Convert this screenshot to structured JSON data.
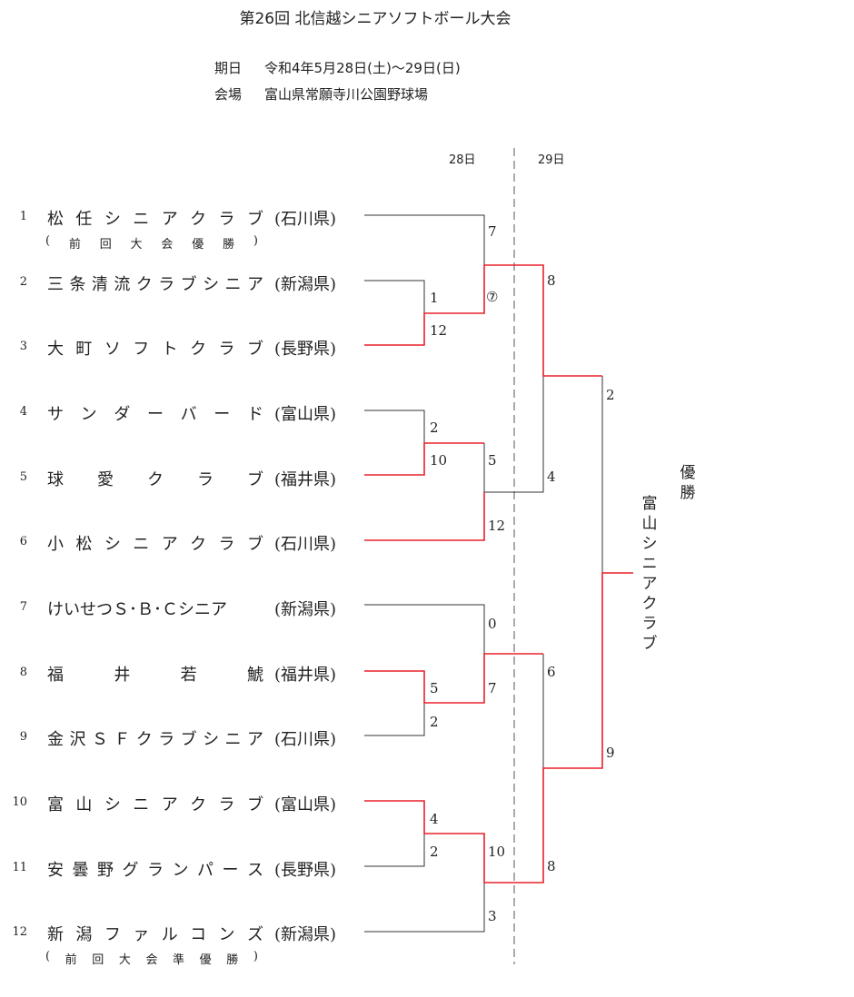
{
  "header": {
    "title": "第26回 北信越シニアソフトボール大会",
    "date_label": "期日",
    "date_value": "令和4年5月28日(土)～29日(日)",
    "venue_label": "会場",
    "venue_value": "富山県常願寺川公園野球場"
  },
  "days": {
    "day1": "28日",
    "day2": "29日"
  },
  "teams": [
    {
      "seed": "1",
      "name": "松任シニアクラブ",
      "pref": "(石川県)",
      "note": "(前回大会優勝)"
    },
    {
      "seed": "2",
      "name": "三条清流クラブシニア",
      "pref": "(新潟県)",
      "note": ""
    },
    {
      "seed": "3",
      "name": "大町ソフトクラブ",
      "pref": "(長野県)",
      "note": ""
    },
    {
      "seed": "4",
      "name": "サンダーバード",
      "pref": "(富山県)",
      "note": ""
    },
    {
      "seed": "5",
      "name": "球愛クラブ",
      "pref": "(福井県)",
      "note": ""
    },
    {
      "seed": "6",
      "name": "小松シニアクラブ",
      "pref": "(石川県)",
      "note": ""
    },
    {
      "seed": "7",
      "name": "けいせつＳ･Ｂ･Ｃシニア",
      "pref": "(新潟県)",
      "note": ""
    },
    {
      "seed": "8",
      "name": "福井若鯱",
      "pref": "(福井県)",
      "note": ""
    },
    {
      "seed": "9",
      "name": "金沢ＳＦクラブシニア",
      "pref": "(石川県)",
      "note": ""
    },
    {
      "seed": "10",
      "name": "富山シニアクラブ",
      "pref": "(富山県)",
      "note": ""
    },
    {
      "seed": "11",
      "name": "安曇野グランパース",
      "pref": "(長野県)",
      "note": ""
    },
    {
      "seed": "12",
      "name": "新潟ファルコンズ",
      "pref": "(新潟県)",
      "note": "(前回大会準優勝)"
    }
  ],
  "scores": {
    "r1_m1_top": "1",
    "r1_m1_bottom": "12",
    "r1_m2_top": "2",
    "r1_m2_bottom": "10",
    "r1_m3_top": "5",
    "r1_m3_bottom": "2",
    "r1_m4_top": "4",
    "r1_m4_bottom": "2",
    "r2_m1_top": "7",
    "r2_m1_bottom": "⑦",
    "r2_m2_top": "5",
    "r2_m2_bottom": "12",
    "r2_m3_top": "0",
    "r2_m3_bottom": "7",
    "r2_m4_top": "10",
    "r2_m4_bottom": "3",
    "sf_m1_top": "8",
    "sf_m1_bottom": "4",
    "sf_m2_top": "6",
    "sf_m2_bottom": "8",
    "final_top": "2",
    "final_bottom": "9"
  },
  "champion": {
    "label": "優勝",
    "team": "富山シニアクラブ"
  },
  "colors": {
    "winner_line": "#e8202a",
    "line": "#333333",
    "divider": "#555555"
  }
}
